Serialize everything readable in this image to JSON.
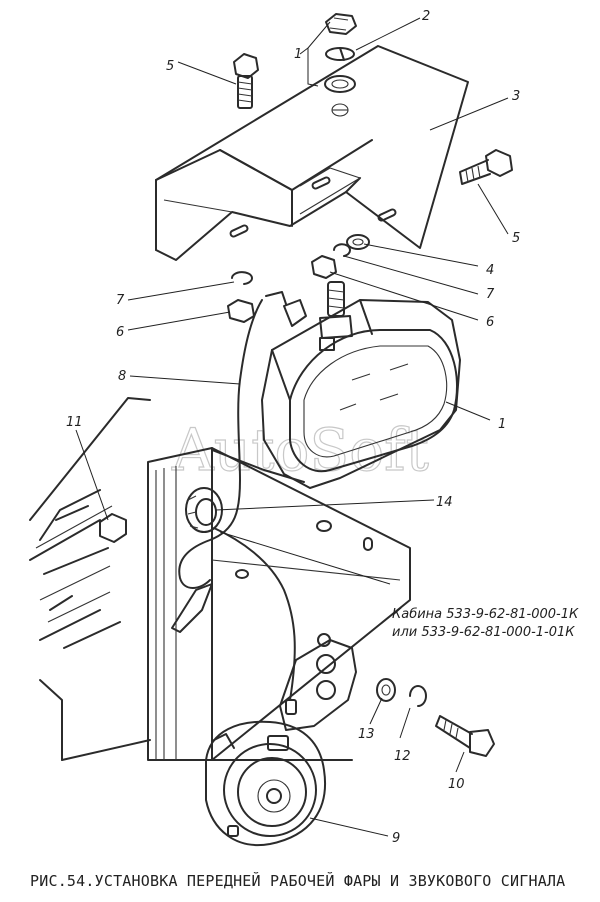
{
  "caption": "РИС.54.УСТАНОВКА ПЕРЕДНЕЙ РАБОЧЕЙ ФАРЫ И ЗВУКОВОГО СИГНАЛА",
  "watermark": "AutoSoft",
  "note": {
    "line1": "Кабина 533-9-62-81-000-1К",
    "line2": "или 533-9-62-81-000-1-01К"
  },
  "callouts": {
    "c1_top": "1",
    "c2": "2",
    "c3": "3",
    "c4": "4",
    "c5_left": "5",
    "c5_right": "5",
    "c6_left": "6",
    "c6_right": "6",
    "c7_left": "7",
    "c7_right": "7",
    "c8": "8",
    "c1_lamp": "1",
    "c11": "11",
    "c14": "14",
    "c13": "13",
    "c12": "12",
    "c10": "10",
    "c9": "9"
  }
}
